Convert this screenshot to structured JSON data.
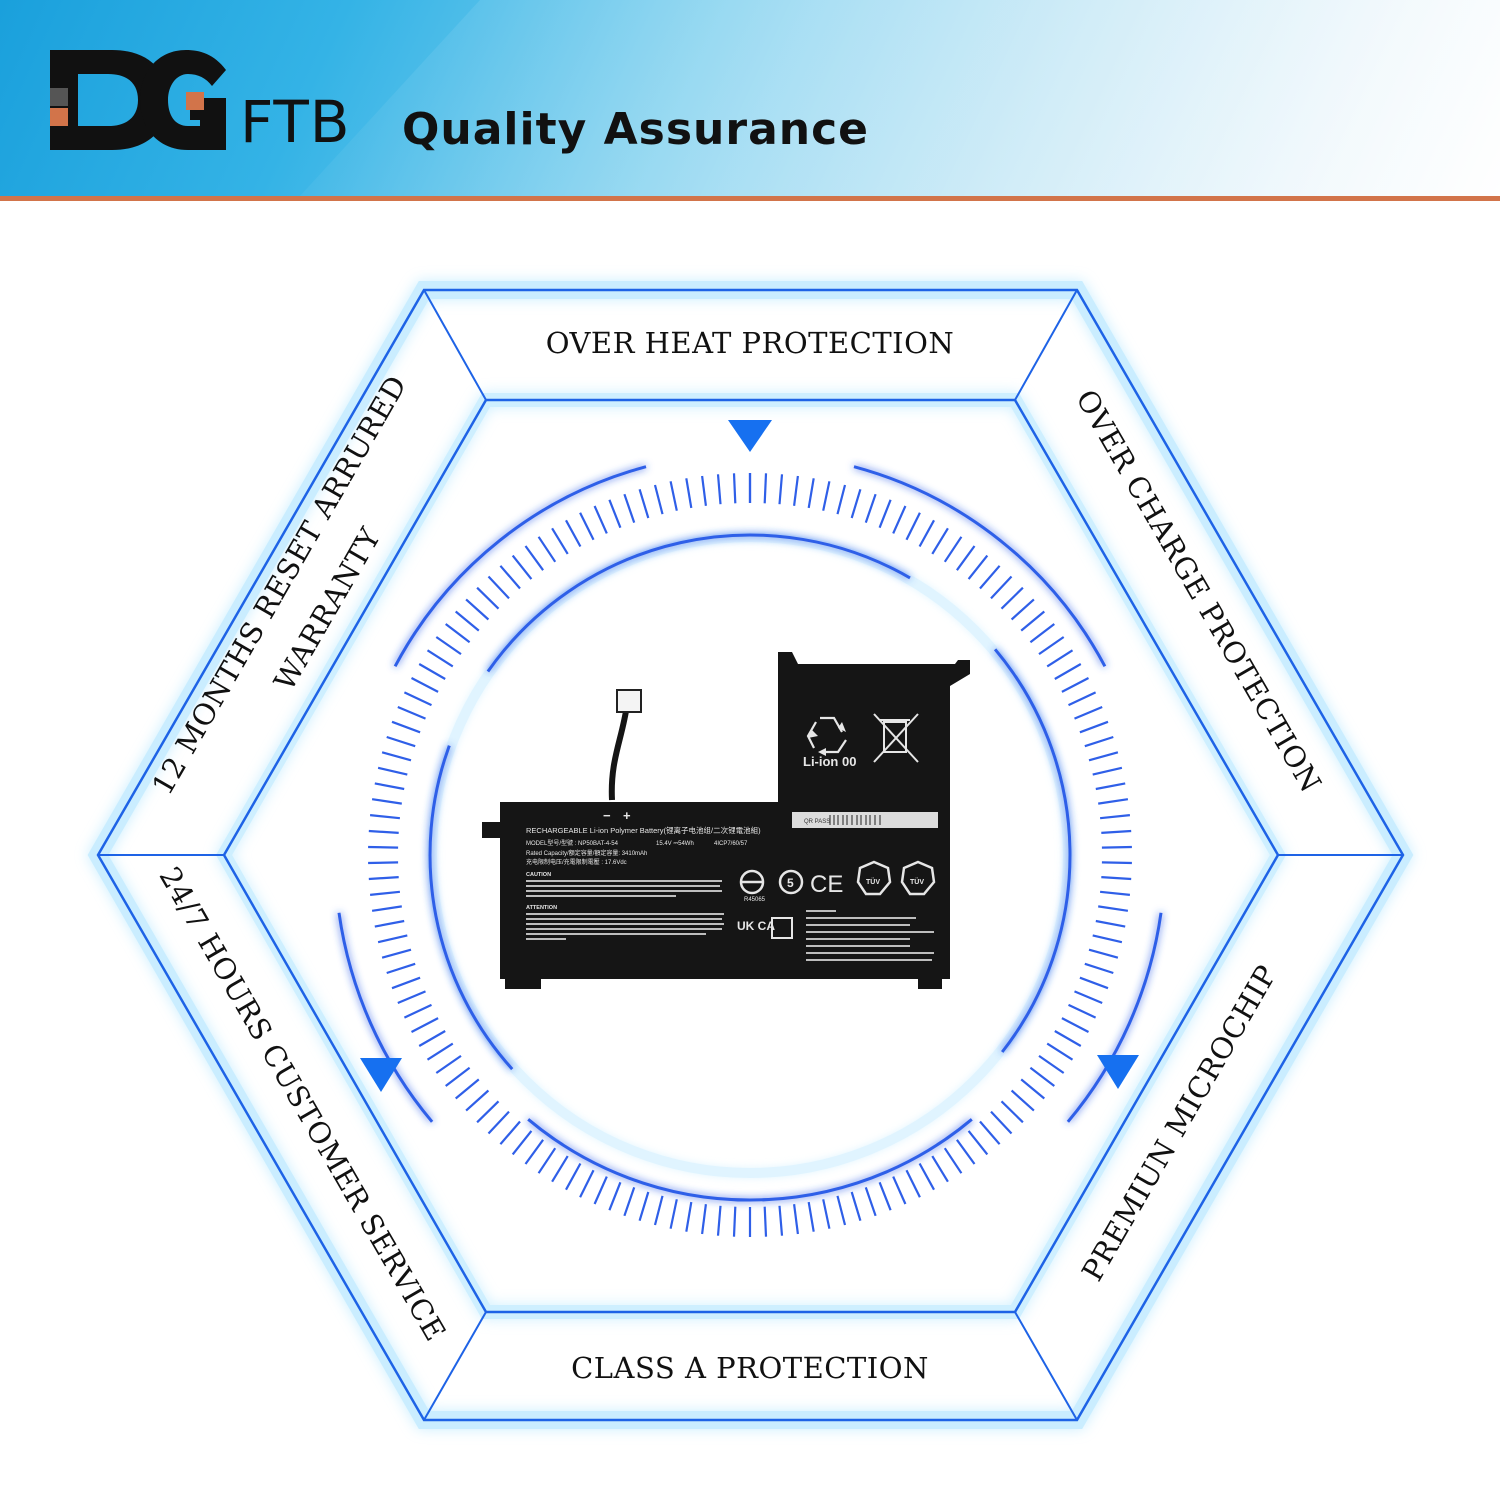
{
  "header": {
    "brand_letters": "DG",
    "brand_suffix": "FTB",
    "title": "Quality Assurance"
  },
  "features": {
    "top": "OVER HEAT PROTECTION",
    "top_right": "OVER CHARGE PROTECTION",
    "bottom_right": "PREMIUN MICROCHIP",
    "bottom": "CLASS A PROTECTION",
    "bottom_left": "24/7 HOURS CUSTOMER SERVICE",
    "top_left_line1": "12 MONTHS RESET ARRURED",
    "top_left_line2": "WARRANTY"
  },
  "battery_label": {
    "polarity_minus": "−",
    "polarity_plus": "+",
    "type_line": "RECHARGEABLE Li-ion Polymer Battery(锂离子电池组/二次锂電池組)",
    "model_line": "MODEL型号/型號 : NP50BAT-4-54",
    "voltage": "15.4V ⎓54Wh",
    "cells": "4ICP7/60/57",
    "capacity_line": "Rated Capacity/额定容量/額定容量: 3410mAh",
    "charge_line": "充电限制电压/充電限制電壓 : 17.6Vdc",
    "caution_title": "CAUTION",
    "attention_title": "ATTENTION",
    "recycle_mark": "Li-ion 00",
    "cert_code": "R45065",
    "uk_mark": "UK CA",
    "ce_mark": "CE",
    "tuv_mark": "TÜV",
    "qr_tag": "QR PASS"
  },
  "colors": {
    "hex_blue": "#1e63e6",
    "glow": "#8fd8ff",
    "ticks": "#2f5fe8",
    "arrows": "#1670f0",
    "accent_orange": "#d2744a",
    "battery": "#151515"
  }
}
